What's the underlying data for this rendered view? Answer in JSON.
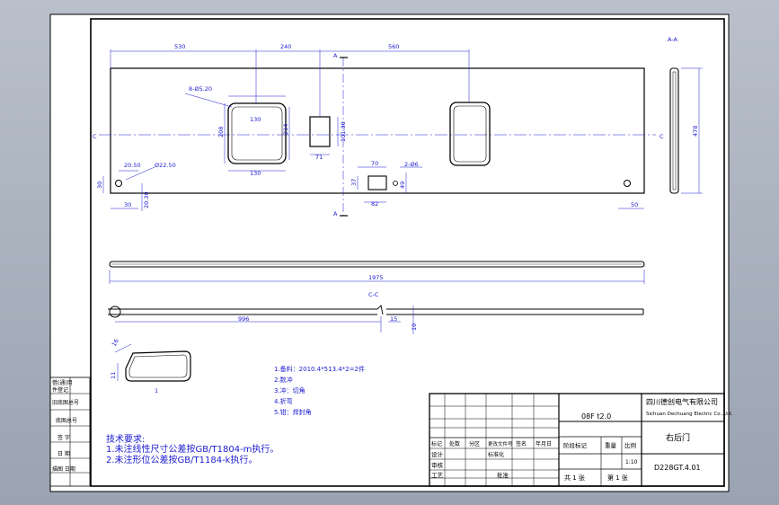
{
  "section_aa": "A-A",
  "section_cc": "C-C",
  "section_c": "C",
  "section_a": "A",
  "dims": {
    "d530": "530",
    "d240": "240",
    "d560": "560",
    "hole8": "8-Ø5.20",
    "d130a": "130",
    "d130b": "130",
    "d208": "208",
    "d214": "214",
    "d71": "71",
    "d10130": "101.30",
    "d2050": "20.50",
    "d2250": "Ø22.50",
    "d30a": "30",
    "d30b": "30",
    "d2030": "20.30",
    "d70": "70",
    "hole2": "2-Ø6",
    "d37": "37",
    "d82": "82",
    "d49": "49",
    "d50": "50",
    "d478": "478",
    "d1975": "1975",
    "d996": "996",
    "d15": "15",
    "d10": "10",
    "d16": "16",
    "d11": "11",
    "d1": "1"
  },
  "spec_notes": [
    "1.备料：2010.4*513.4*2=2件",
    "2.数冲",
    "3.冲：切角",
    "4.折弯",
    "5.钳：焊封角"
  ],
  "tech_title": "技术要求:",
  "tech_notes": [
    "1.未注线性尺寸公差按GB/T1804-m执行。",
    "2.未注形位公差按GB/T1184-k执行。"
  ],
  "left_strip": [
    "旧底图总号",
    "底图总号",
    "借(通)用件登记",
    "签字",
    "日期",
    "描图",
    "旧底图总号"
  ],
  "left_labels": [
    "借(通)用",
    "件登记",
    "旧底图总号",
    "底图总号",
    "签 字",
    "日 期",
    "描图 日期"
  ],
  "title_block": {
    "material": "08F t2.0",
    "company_l1": "四川德创电气有限公司",
    "company_l2": "Sichuan Dechuang Electric Co.,Ltd.",
    "part_name": "右后门",
    "drawing_no": "D228GT.4.01",
    "stage": "阶段标记",
    "weight": "重量",
    "scale": "比例",
    "scale_val": "1:10",
    "sheets": "共 1 张",
    "sheet_no": "第 1 张",
    "rev_headers": [
      "标记",
      "处数",
      "分区",
      "更改文件号",
      "签名",
      "年月日"
    ],
    "role_design": "设计",
    "role_std": "标准化",
    "role_check": "审核",
    "role_proc": "工艺",
    "role_approve": "批准"
  }
}
